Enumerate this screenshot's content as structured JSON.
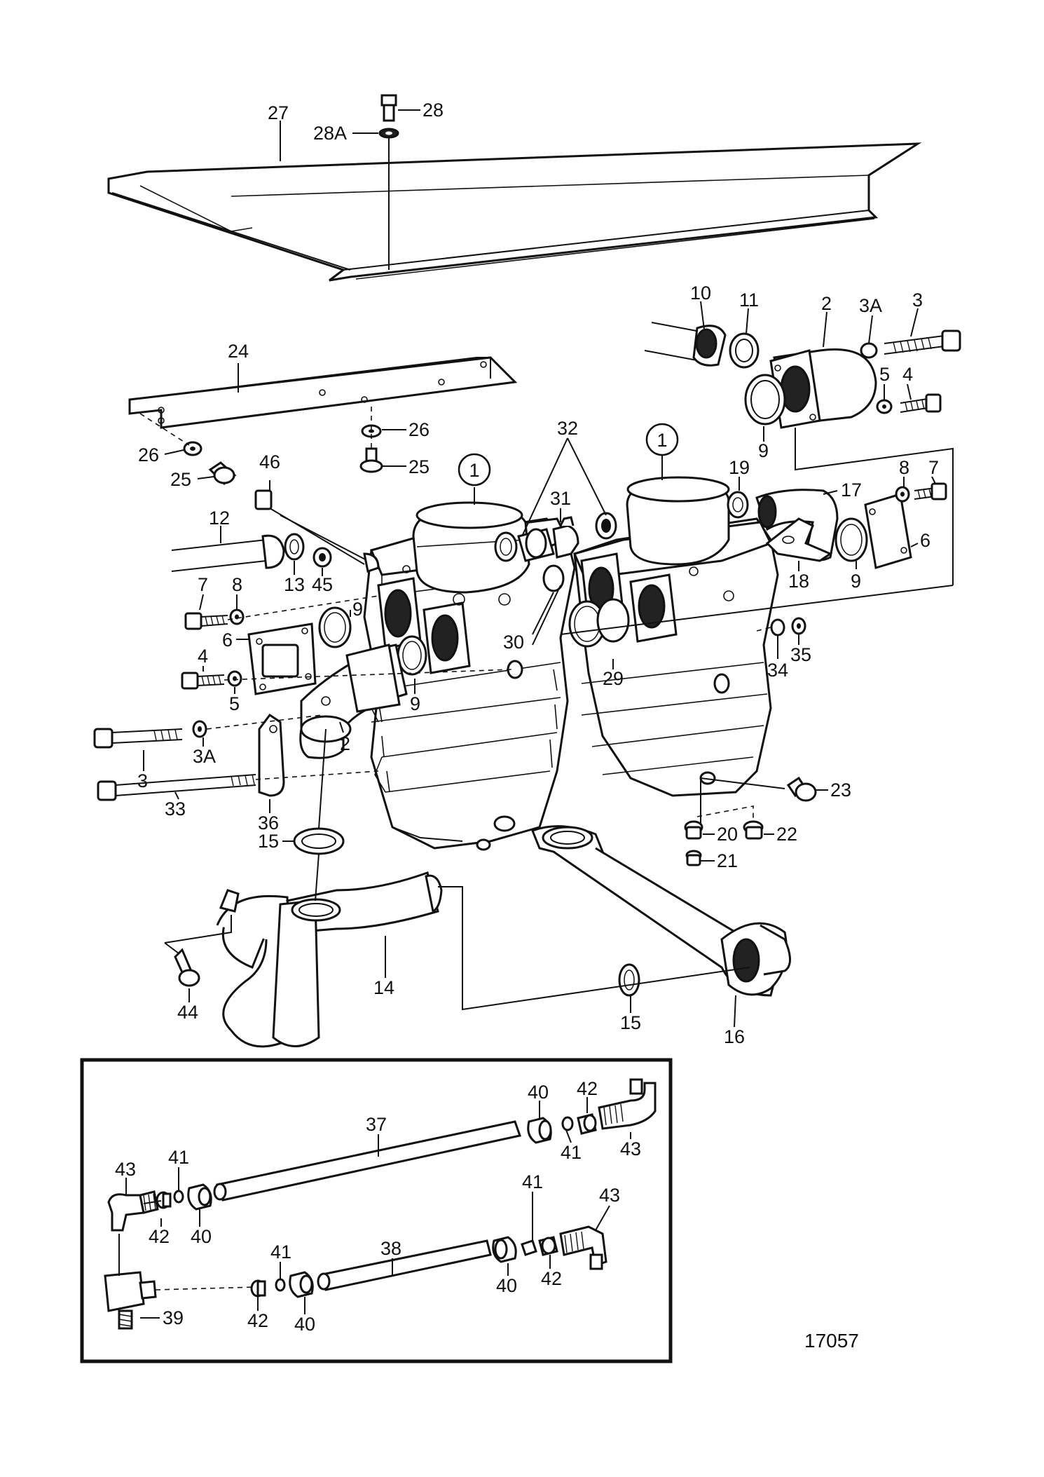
{
  "figure": {
    "reference_number": "17057",
    "assembly_marker": "1"
  },
  "labels": {
    "p27": "27",
    "p28": "28",
    "p28A": "28A",
    "p24": "24",
    "p26a": "26",
    "p26b": "26",
    "p25a": "25",
    "p25b": "25",
    "p10": "10",
    "p11": "11",
    "p2a": "2",
    "p3Aa": "3A",
    "p3a": "3",
    "p5a": "5",
    "p4a": "4",
    "p9a": "9",
    "p32": "32",
    "p19": "19",
    "p17": "17",
    "p8a": "8",
    "p7a": "7",
    "p31": "31",
    "p46": "46",
    "p12": "12",
    "p13": "13",
    "p45": "45",
    "p18": "18",
    "p9b": "9",
    "p6a": "6",
    "p7b": "7",
    "p8b": "8",
    "p9c": "9",
    "p6b": "6",
    "p30": "30",
    "p29": "29",
    "p34": "34",
    "p35": "35",
    "p4b": "4",
    "p5b": "5",
    "p9d": "9",
    "p3b": "3",
    "p3Ab": "3A",
    "p2b": "2",
    "p33": "33",
    "p36": "36",
    "p23": "23",
    "p20": "20",
    "p22": "22",
    "p21": "21",
    "p15a": "15",
    "p14": "14",
    "p44": "44",
    "p15b": "15",
    "p16": "16",
    "p37": "37",
    "p40a": "40",
    "p42a": "42",
    "p43a": "43",
    "p41a": "41",
    "p43b": "43",
    "p41b": "41",
    "p42b": "42",
    "p40b": "40",
    "p41c": "41",
    "p38": "38",
    "p43c": "43",
    "p40c": "40",
    "p42c": "42",
    "p41d": "41",
    "p42d": "42",
    "p40d": "40",
    "p39": "39"
  }
}
